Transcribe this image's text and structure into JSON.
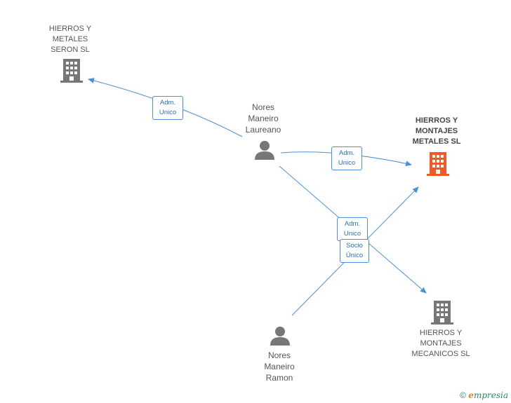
{
  "nodes": {
    "hierros_metales_seron": {
      "name_lines": [
        "HIERROS Y",
        "METALES",
        "SERON SL"
      ],
      "icon": "building-icon",
      "color": "#777777"
    },
    "hierros_montajes_metales": {
      "name_lines": [
        "HIERROS Y",
        "MONTAJES",
        "METALES SL"
      ],
      "icon": "building-icon",
      "color": "#f05a28"
    },
    "hierros_montajes_mecanicos": {
      "name_lines": [
        "HIERROS Y",
        "MONTAJES",
        "MECANICOS SL"
      ],
      "icon": "building-icon",
      "color": "#777777"
    },
    "nores_maneiro_laureano": {
      "name_lines": [
        "Nores",
        "Maneiro",
        "Laureano"
      ],
      "icon": "person-icon",
      "color": "#777777"
    },
    "nores_maneiro_ramon": {
      "name_lines": [
        "Nores",
        "Maneiro",
        "Ramon"
      ],
      "icon": "person-icon",
      "color": "#777777"
    }
  },
  "edges": {
    "laureano_to_seron": {
      "lines": [
        "Adm.",
        "Unico"
      ]
    },
    "laureano_to_metales": {
      "lines": [
        "Adm.",
        "Unico"
      ]
    },
    "laureano_to_mecanicos": {
      "lines": [
        "Adm.",
        "Unico"
      ]
    },
    "ramon_to_metales": {
      "lines": [
        "Socio",
        "Único"
      ]
    }
  },
  "colors": {
    "edge": "#4a90d9"
  },
  "footer": {
    "copyright": "©",
    "brand_e": "e",
    "brand_rest": "mpresia"
  }
}
